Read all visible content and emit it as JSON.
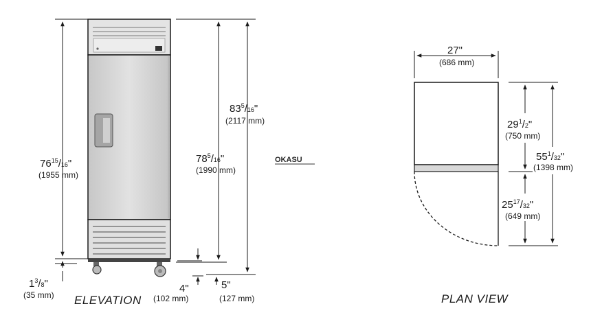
{
  "elevation": {
    "caption": "ELEVATION",
    "dimensions": {
      "overall_height": {
        "whole": "83",
        "num": "5",
        "den": "16",
        "mark": "\"",
        "mm": "(2117 mm)"
      },
      "cabinet_height": {
        "whole": "78",
        "num": "5",
        "den": "16",
        "mark": "\"",
        "mm": "(1990 mm)"
      },
      "body_height": {
        "whole": "76",
        "num": "15",
        "den": "16",
        "mark": "\"",
        "mm": "(1955 mm)"
      },
      "toe_left": {
        "whole": "1",
        "num": "3",
        "den": "8",
        "mark": "\"",
        "mm": "(35 mm)"
      },
      "caster_height": {
        "text": "4\"",
        "mm": "(102 mm)"
      },
      "caster_total": {
        "text": "5\"",
        "mm": "(127 mm)"
      }
    }
  },
  "plan": {
    "caption": "PLAN VIEW",
    "dimensions": {
      "width": {
        "text": "27\"",
        "mm": "(686 mm)"
      },
      "depth": {
        "whole": "29",
        "num": "1",
        "den": "2",
        "mark": "\"",
        "mm": "(750 mm)"
      },
      "door_swing": {
        "whole": "25",
        "num": "17",
        "den": "32",
        "mark": "\"",
        "mm": "(649 mm)"
      },
      "total_depth": {
        "whole": "55",
        "num": "1",
        "den": "32",
        "mark": "\"",
        "mm": "(1398 mm)"
      }
    }
  },
  "watermark": {
    "brand": "OKASU"
  },
  "colors": {
    "line": "#1a1a1a",
    "cabinet_face": "#d6d6d6",
    "cabinet_shade": "#b9b9b9",
    "handle": "#9a9a9a"
  }
}
